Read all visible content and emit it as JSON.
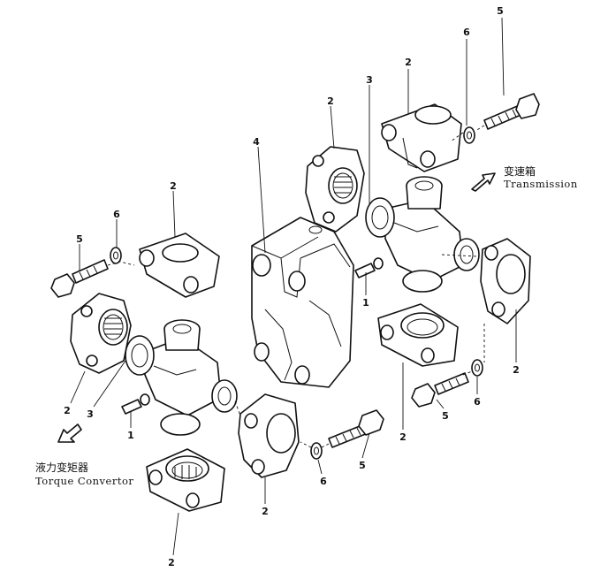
{
  "callouts": {
    "p1": "1",
    "p2": "2",
    "p3": "3",
    "p4": "4",
    "p5": "5",
    "p6": "6"
  },
  "captions": {
    "transmission_cn": "变速箱",
    "transmission_en": "Transmission",
    "torque_cn": "液力变矩器",
    "torque_en": "Torque Convertor"
  }
}
